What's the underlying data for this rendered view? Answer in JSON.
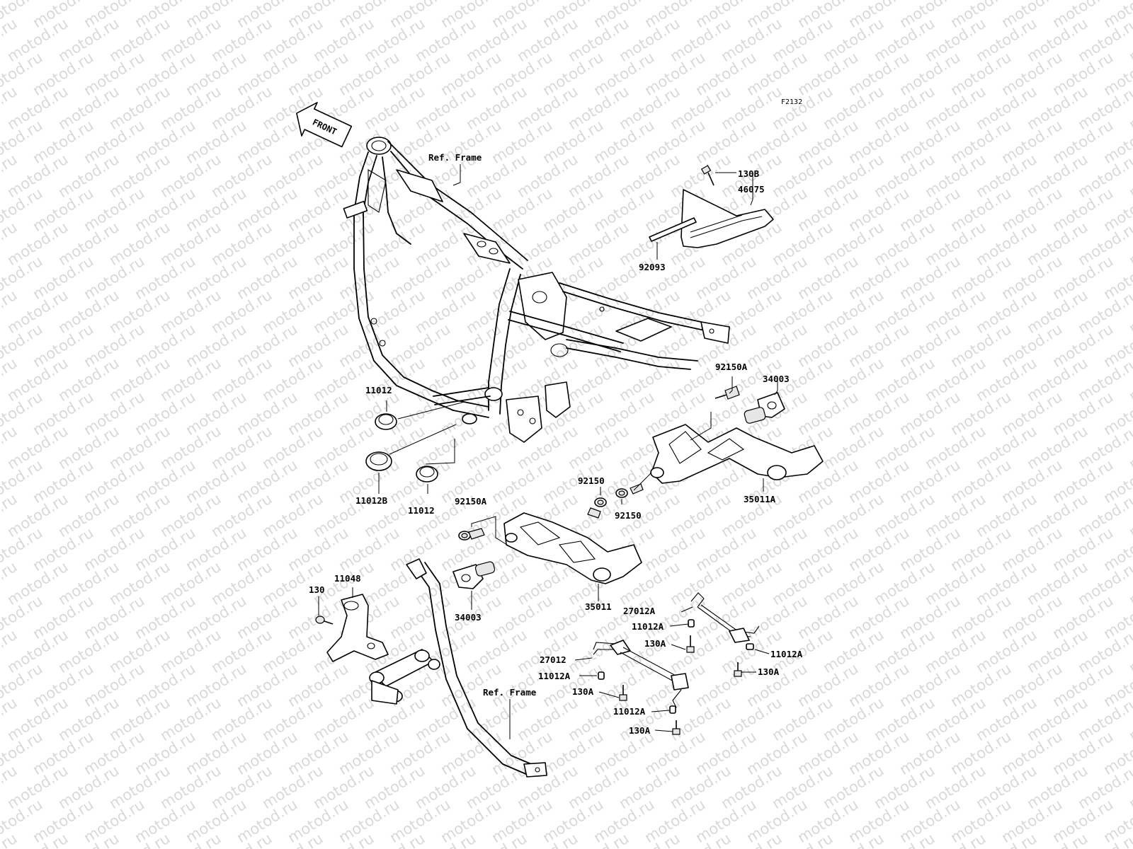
{
  "watermark": "motod.ru",
  "figure_code": "F2132",
  "front_arrow_label": "FRONT",
  "labels": [
    {
      "id": "ref-frame-top",
      "text": "Ref. Frame"
    },
    {
      "id": "130b",
      "text": "130B"
    },
    {
      "id": "46075",
      "text": "46075"
    },
    {
      "id": "92093",
      "text": "92093"
    },
    {
      "id": "92150a-right",
      "text": "92150A"
    },
    {
      "id": "34003-right",
      "text": "34003"
    },
    {
      "id": "11012-top",
      "text": "11012"
    },
    {
      "id": "11012b",
      "text": "11012B"
    },
    {
      "id": "11012-bottom",
      "text": "11012"
    },
    {
      "id": "92150-upper",
      "text": "92150"
    },
    {
      "id": "92150-lower",
      "text": "92150"
    },
    {
      "id": "35011a",
      "text": "35011A"
    },
    {
      "id": "92150a-left",
      "text": "92150A"
    },
    {
      "id": "11048",
      "text": "11048"
    },
    {
      "id": "130",
      "text": "130"
    },
    {
      "id": "34003-left",
      "text": "34003"
    },
    {
      "id": "35011",
      "text": "35011"
    },
    {
      "id": "27012a",
      "text": "27012A"
    },
    {
      "id": "11012a-1",
      "text": "11012A"
    },
    {
      "id": "130a-1",
      "text": "130A"
    },
    {
      "id": "11012a-right",
      "text": "11012A"
    },
    {
      "id": "27012",
      "text": "27012"
    },
    {
      "id": "11012a-2",
      "text": "11012A"
    },
    {
      "id": "130a-right",
      "text": "130A"
    },
    {
      "id": "130a-2",
      "text": "130A"
    },
    {
      "id": "ref-frame-bottom",
      "text": "Ref. Frame"
    },
    {
      "id": "11012a-3",
      "text": "11012A"
    },
    {
      "id": "130a-3",
      "text": "130A"
    }
  ]
}
